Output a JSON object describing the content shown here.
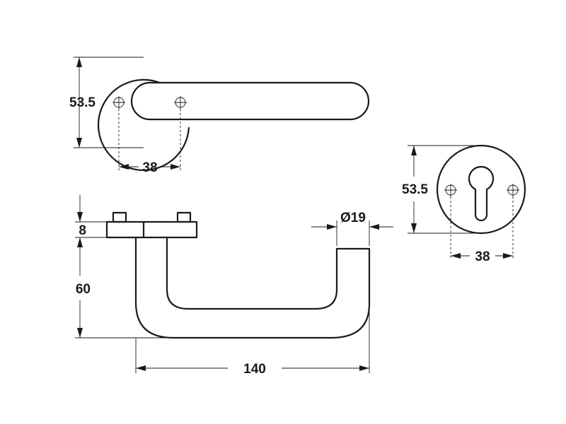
{
  "top_view": {
    "height_label": "53.5",
    "hole_spacing_label": "38"
  },
  "side_view": {
    "rose_thickness_label": "8",
    "projection_label": "60",
    "length_label": "140",
    "diameter_label": "Ø19"
  },
  "escutcheon_view": {
    "height_label": "53.5",
    "hole_spacing_label": "38"
  }
}
